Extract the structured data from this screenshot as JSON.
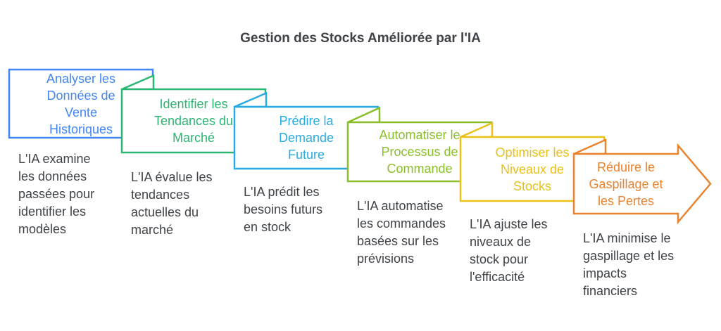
{
  "diagram": {
    "title": "Gestion des Stocks Améliorée par l'IA",
    "title_color": "#3F4347",
    "text_color": "#3F4347",
    "background": "#FFFFFF"
  },
  "steps": [
    {
      "title": "Analyser les\nDonnées de\nVente\nHistoriques",
      "description": "L'IA examine\nles données\npassées pour\nidentifier les\nmodèles",
      "color": "#4285F4",
      "shape": "rectangle"
    },
    {
      "title": "Identifier les\nTendances du\nMarché",
      "description": "L'IA évalue les\ntendances\nactuelles du\nmarché",
      "color": "#2BB673",
      "shape": "folded-flag"
    },
    {
      "title": "Prédire la\nDemande\nFuture",
      "description": "L'IA prédit les\nbesoins futurs\nen stock",
      "color": "#29ABE2",
      "shape": "folded-flag"
    },
    {
      "title": "Automatiser le\nProcessus de\nCommande",
      "description": "L'IA automatise\nles commandes\nbasées sur les\nprévisions",
      "color": "#8BBE2B",
      "shape": "folded-flag"
    },
    {
      "title": "Optimiser les\nNiveaux de\nStocks",
      "description": "L'IA ajuste les\nniveaux de\nstock pour\nl'efficacité",
      "color": "#E9C119",
      "shape": "folded-flag"
    },
    {
      "title": "Réduire le\nGaspillage et\nles Pertes",
      "description": "L'IA minimise le\ngaspillage et les\nimpacts\nfinanciers",
      "color": "#E8832E",
      "shape": "folded-arrow"
    }
  ]
}
